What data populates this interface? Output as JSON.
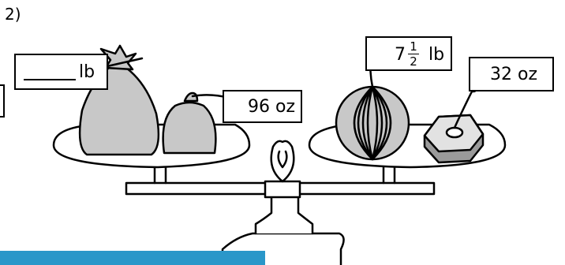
{
  "problem": {
    "number": "2)"
  },
  "left_pan": {
    "bag_label": {
      "unit": "lb"
    },
    "bell_label": {
      "text": "96  oz"
    }
  },
  "right_pan": {
    "melon_label": {
      "whole": "7",
      "numerator": "1",
      "denominator": "2",
      "unit": "lb"
    },
    "hex_weight_label": {
      "text": "32  oz"
    }
  },
  "colors": {
    "object_fill": "#c8c8c8",
    "hex_top": "#e2e2e2",
    "hex_side": "#9a9a9a",
    "outline": "#000000",
    "answer_bar": "#2a97c9"
  }
}
